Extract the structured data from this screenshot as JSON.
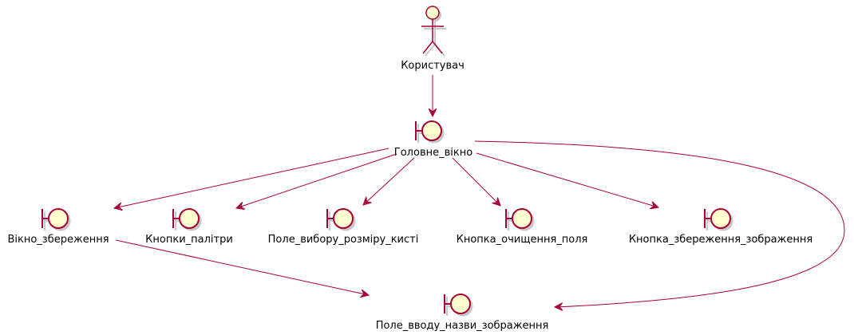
{
  "diagram": {
    "type": "uml-robustness",
    "actor": {
      "id": "user",
      "label": "Користувач"
    },
    "boundaries": [
      {
        "id": "main",
        "label": "Головне_вікно"
      },
      {
        "id": "save-window",
        "label": "Вікно_збереження"
      },
      {
        "id": "palette",
        "label": "Кнопки_палітри"
      },
      {
        "id": "brush-size",
        "label": "Поле_вибору_розміру_кисті"
      },
      {
        "id": "clear",
        "label": "Кнопка_очищення_поля"
      },
      {
        "id": "save-image",
        "label": "Кнопка_збереження_зображення"
      },
      {
        "id": "name-input",
        "label": "Поле_вводу_назви_зображення"
      }
    ],
    "edges": [
      {
        "from": "user",
        "to": "main"
      },
      {
        "from": "main",
        "to": "save-window"
      },
      {
        "from": "main",
        "to": "palette"
      },
      {
        "from": "main",
        "to": "brush-size"
      },
      {
        "from": "main",
        "to": "clear"
      },
      {
        "from": "main",
        "to": "save-image"
      },
      {
        "from": "main",
        "to": "name-input"
      },
      {
        "from": "save-window",
        "to": "name-input"
      }
    ],
    "colors": {
      "line": "#A80036",
      "fill": "#FEFECE",
      "shadow": "#C8C8C8",
      "text": "#000000"
    }
  }
}
